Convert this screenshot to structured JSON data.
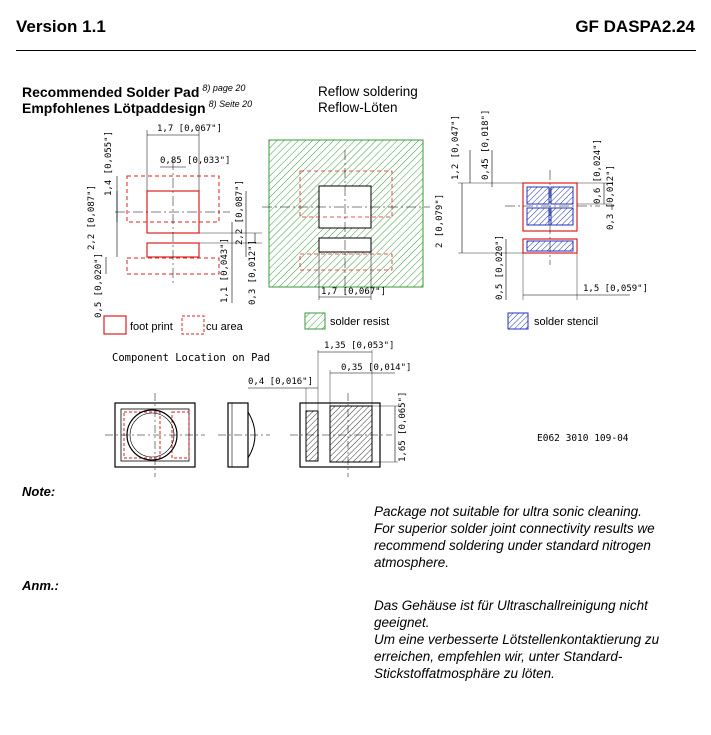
{
  "header": {
    "version": "Version 1.1",
    "part_number": "GF DASPA2.24"
  },
  "section": {
    "title_en": "Recommended Solder Pad",
    "title_en_ref": "8) page 20",
    "title_de": "Empfohlenes Lötpaddesign",
    "title_de_ref": "8) Seite 20",
    "process_en": "Reflow soldering",
    "process_de": "Reflow-Löten"
  },
  "dimensions": {
    "d1": "1,7 [0,067\"]",
    "d2": "0,85 [0,033\"]",
    "d3": "1,4 [0,055\"]",
    "d4": "2,2 [0,087\"]",
    "d5": "0,5 [0,020\"]",
    "d6": "1,1 [0,043\"]",
    "d7": "2,2 [0,087\"]",
    "d8": "0,3 [0,012\"]",
    "d9": "1,7 [0,067\"]",
    "d10": "1,2 [0,047\"]",
    "d11": "0,45 [0,018\"]",
    "d12": "2 [0,079\"]",
    "d13": "0,6 [0,024\"]",
    "d14": "0,3 [0,012\"]",
    "d15": "0,5 [0,020\"]",
    "d16": "1,5 [0,059\"]",
    "d17": "1,35 [0,053\"]",
    "d18": "0,35 [0,014\"]",
    "d19": "0,4 [0,016\"]",
    "d20": "1,65 [0,065\"]"
  },
  "legend": {
    "foot_print": "foot print",
    "cu_area": "cu area",
    "solder_resist": "solder resist",
    "solder_stencil": "solder stencil"
  },
  "component_location": "Component Location on Pad",
  "drawing_number": "E062 3010 109-04",
  "colors": {
    "footprint_red": "#dd2222",
    "resist_green": "#3a9a3a",
    "stencil_blue": "#2233bb"
  },
  "notes": {
    "note_label": "Note:",
    "note_lines": [
      "Package not suitable for ultra sonic cleaning.",
      "For superior solder joint connectivity results we",
      "recommend soldering under standard nitrogen",
      "atmosphere."
    ],
    "anm_label": "Anm.:",
    "anm_lines": [
      "Das Gehäuse ist für Ultraschallreinigung nicht",
      "geeignet.",
      "Um eine verbesserte Lötstellenkontaktierung zu",
      "erreichen, empfehlen wir, unter Standard-",
      "Stickstoffatmosphäre zu löten."
    ]
  }
}
